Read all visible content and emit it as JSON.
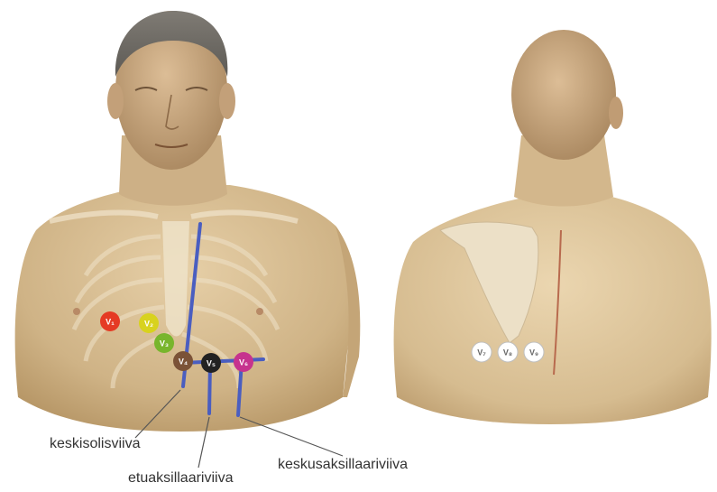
{
  "front_view": {
    "electrodes": [
      {
        "id": "v1",
        "label": "V₁",
        "color": "#e53a24",
        "text_color": "#ffffff"
      },
      {
        "id": "v2",
        "label": "V₂",
        "color": "#d8d21e",
        "text_color": "#ffffff"
      },
      {
        "id": "v3",
        "label": "V₃",
        "color": "#78b52c",
        "text_color": "#ffffff"
      },
      {
        "id": "v4",
        "label": "V₄",
        "color": "#7b5237",
        "text_color": "#ffffff"
      },
      {
        "id": "v5",
        "label": "V₅",
        "color": "#222222",
        "text_color": "#ffffff"
      },
      {
        "id": "v6",
        "label": "V₆",
        "color": "#c6338e",
        "text_color": "#ffffff"
      }
    ],
    "reference_line_color": "#4a5ec0",
    "labels": {
      "midclavicular": "keskisolisviiva",
      "anterior_axillary": "etuaksillaariviiva",
      "mid_axillary": "keskusaksillaariviiva"
    }
  },
  "back_view": {
    "electrodes": [
      {
        "id": "v7",
        "label": "V₇",
        "color": "#ffffff",
        "text_color": "#666666"
      },
      {
        "id": "v8",
        "label": "V₈",
        "color": "#ffffff",
        "text_color": "#666666"
      },
      {
        "id": "v9",
        "label": "V₉",
        "color": "#ffffff",
        "text_color": "#666666"
      }
    ]
  }
}
